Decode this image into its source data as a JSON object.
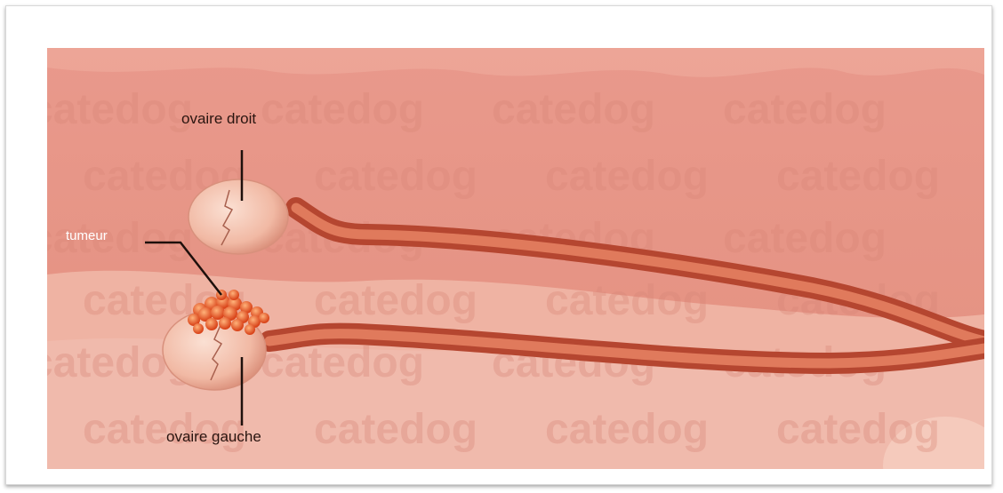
{
  "labels": {
    "right_ovary": "ovaire droit",
    "tumor": "tumeur",
    "left_ovary": "ovaire gauche"
  },
  "watermark": "catedog",
  "colors": {
    "background": "#e5958a",
    "tissue_light": "#f2b5a5",
    "tube": "#c2523a",
    "tube_inner": "#e37a5c",
    "ovary": "#f5c4b0",
    "tumor": "#e8521a"
  }
}
